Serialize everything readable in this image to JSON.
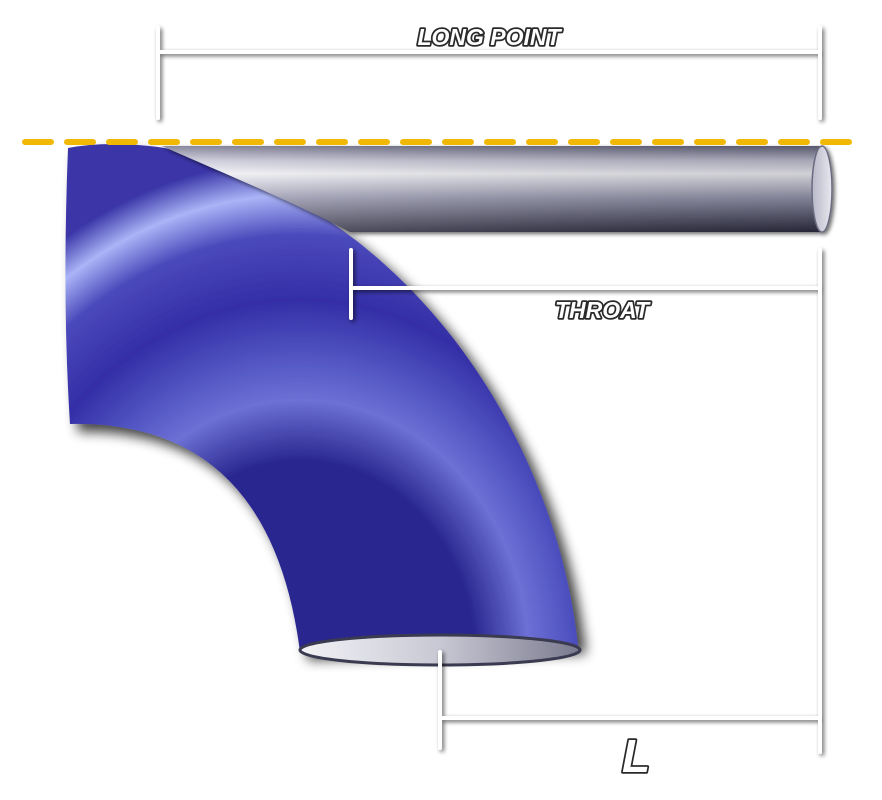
{
  "diagram": {
    "labels": {
      "long_point": "LONG POINT",
      "throat": "THROAT",
      "length": "L"
    },
    "colors": {
      "elbow": "#4a44b8",
      "elbow_highlight": "#a9b4f5",
      "pipe": "#8a8aa6",
      "reference_line": "#f0b800",
      "dimension_line": "#ffffff"
    }
  }
}
